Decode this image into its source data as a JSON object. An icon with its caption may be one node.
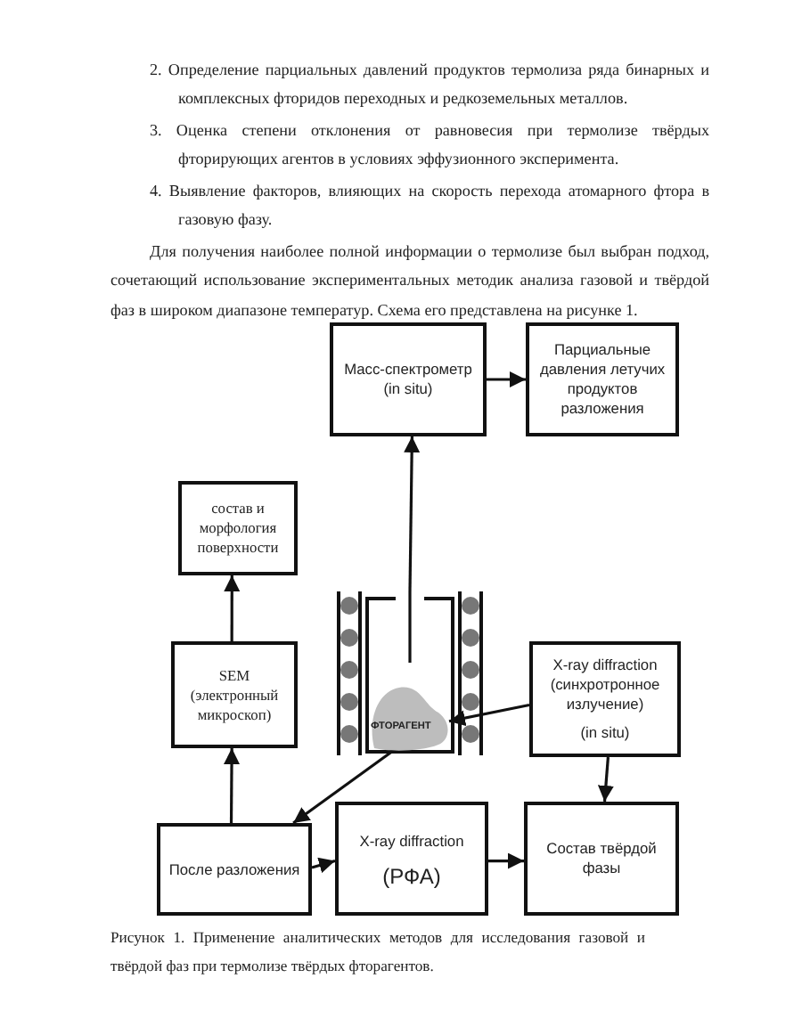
{
  "diagram": {
    "caption": "Рисунок 1. Применение аналитических методов для исследования газовой и твёрдой фаз при термолизе твёрдых фторагентов.",
    "nodes": [
      {
        "text": [
          "Масс-спектрометр (in situ)"
        ]
      },
      {
        "text": [
          "Парциальные давления летучих продуктов разложения"
        ]
      },
      {
        "text": [
          "состав и морфология поверхности"
        ]
      },
      {
        "text": [
          "SEM (электронный микроскоп)"
        ]
      },
      {
        "text": [],
        "shape": "picture"
      },
      {
        "text": [
          "ФТОРАГЕНТ"
        ],
        "in": 4
      },
      {
        "text": [
          "X-ray diffraction (синхротронное излучение)",
          "(in situ)"
        ]
      },
      {
        "text": [
          "После разложения"
        ]
      },
      {
        "text": [
          "X-ray diffraction",
          "(РФА)"
        ]
      },
      {
        "text": [
          "Состав твёрдой фазы"
        ]
      }
    ],
    "edges": [
      {
        "from": 0,
        "to": 1,
        "arrow": "to"
      },
      {
        "from": 4,
        "to": 0,
        "arrow": "to"
      },
      {
        "from": 3,
        "to": 2,
        "arrow": "to"
      },
      {
        "from": 7,
        "to": 3,
        "arrow": "to"
      },
      {
        "from": 6,
        "to": 5,
        "arrow": "to"
      },
      {
        "from": 5,
        "to": 7,
        "arrow": "to"
      },
      {
        "from": 6,
        "to": 9,
        "arrow": "to"
      },
      {
        "from": 7,
        "to": 8,
        "arrow": "to"
      },
      {
        "from": 8,
        "to": 9,
        "arrow": "to"
      }
    ],
    "labels": [
      "2. Определение парциальных давлений продуктов термолиза ряда бинарных и комплексных фторидов переходных и редкоземельных металлов.",
      "3. Оценка степени отклонения от равновесия при термолизе твёрдых фторирующих агентов в условиях эффузионного эксперимента.",
      "4. Выявление факторов, влияющих на скорость перехода атомарного фтора в газовую фазу.",
      "Для получения наиболее полной информации о термолизе был выбран подход, сочетающий использование экспериментальных методик анализа газовой и твёрдой фаз в широком диапазоне температур. Схема его представлена на рисунке 1."
    ]
  }
}
